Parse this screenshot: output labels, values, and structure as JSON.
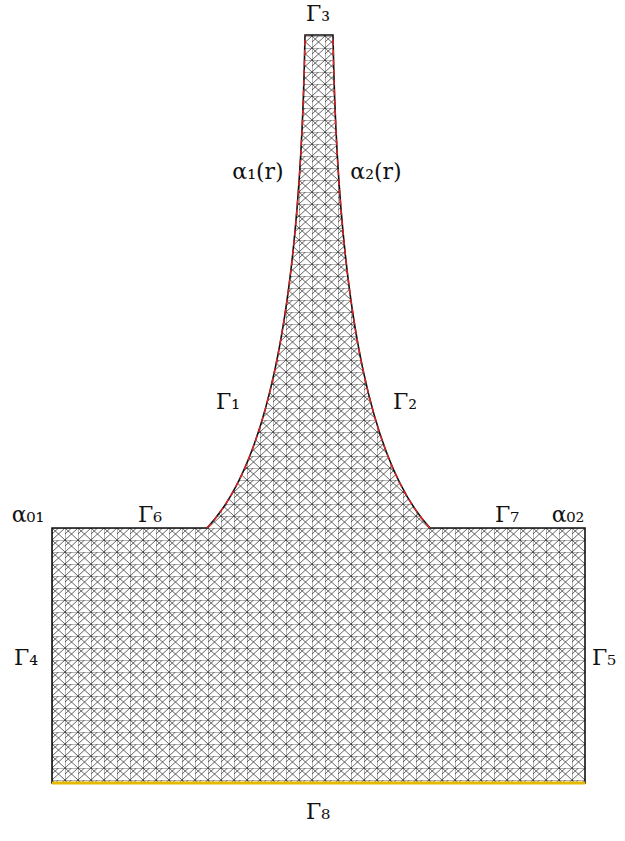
{
  "diagram": {
    "labels": [
      "Γ₃",
      "α₁(r)",
      "α₂(r)",
      "Γ₁",
      "Γ₂",
      "α₀₁",
      "Γ₆",
      "Γ₇",
      "α₀₂",
      "Γ₄",
      "Γ₅",
      "Γ₈"
    ]
  }
}
